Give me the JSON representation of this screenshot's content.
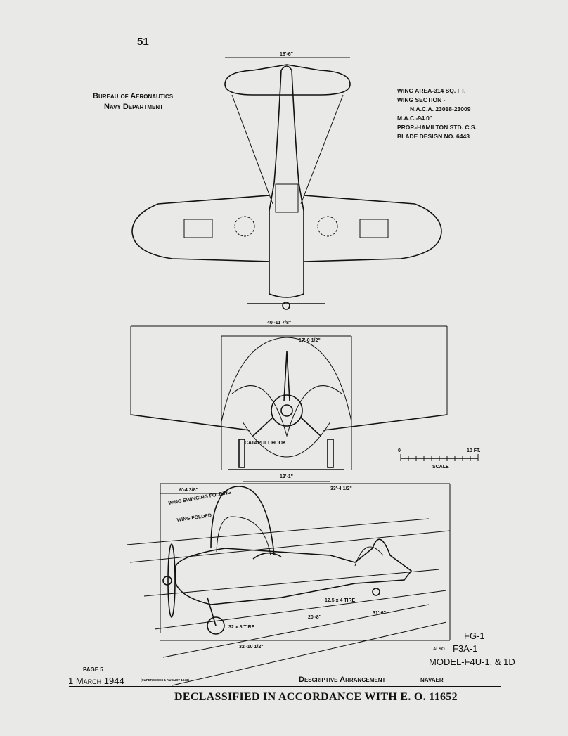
{
  "page_number": "51",
  "header": {
    "org_line1": "Bureau of Aeronautics",
    "org_line2": "Navy Department"
  },
  "specs": [
    "WING AREA-314 SQ. FT.",
    "WING SECTION -",
    "N.A.C.A. 23018-23009",
    "M.A.C.-94.0\"",
    "PROP.-HAMILTON STD. C.S.",
    "BLADE DESIGN NO. 6443"
  ],
  "dimensions": {
    "tail_span": "16'-6\"",
    "wing_span": "40'-11 7/8\"",
    "folded_span": "17'-0 1/2\"",
    "tread": "12'-1\"",
    "length": "33'-4 1/2\"",
    "fold_width": "6'-4 3/8\"",
    "side_1": "20'-8\"",
    "side_2": "31'-6\"",
    "side_3": "32'-10 1/2\""
  },
  "labels": {
    "catapult_hook": "CATAPULT HOOK",
    "wing_swinging": "WING SWINGING FOLDING",
    "wing_folded": "WING FOLDED",
    "main_tire": "32 x 8 TIRE",
    "tail_tire": "12.5 x 4 TIRE"
  },
  "scale": {
    "start": "0",
    "end": "10 FT.",
    "label": "SCALE"
  },
  "models": {
    "line1": "FG-1",
    "also": "ALSO",
    "line2": "F3A-1",
    "line3": "MODEL-F4U-1, & 1D"
  },
  "footer": {
    "page": "PAGE 5",
    "date": "1 March 1944",
    "supersedes": "(SUPERSEDES 1 AUGUST 1943)",
    "title": "Descriptive Arrangement",
    "agency": "NAVAER"
  },
  "stamp": "DECLASSIFIED IN ACCORDANCE WITH E. O. 11652"
}
